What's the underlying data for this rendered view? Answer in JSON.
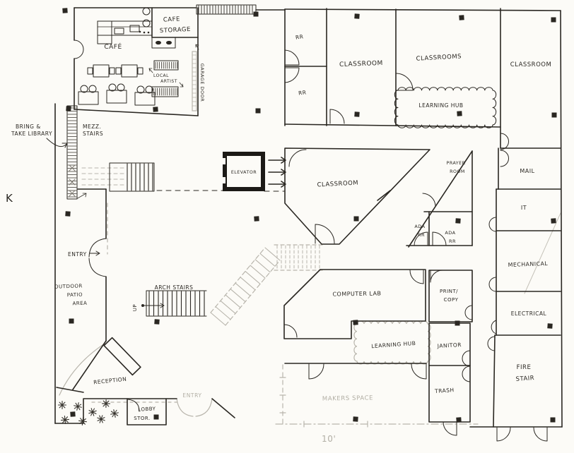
{
  "palette": {
    "paper": "#fcfbf7",
    "ink": "#2a2722",
    "pencil": "#b8b5ac"
  },
  "labels": {
    "cafe_storage_1": "CAFE",
    "cafe_storage_2": "STORAGE",
    "cafe": "CAFÉ",
    "local_artist_1": "LOCAL",
    "local_artist_2": "ARTIST",
    "garage_door": "GARAGE DOOR",
    "bring_take_1": "BRING &",
    "bring_take_2": "TAKE LIBRARY",
    "k_mark": "K",
    "mezz_1": "MEZZ.",
    "mezz_2": "STAIRS",
    "elevator": "ELEVATOR",
    "rr_top": "RR",
    "rr_bottom": "RR",
    "classroom_top": "CLASSROOM",
    "classrooms": "CLASSROOMS",
    "learning_hub_top": "LEARNING HUB",
    "classroom_right": "CLASSROOM",
    "classroom_center": "CLASSROOM",
    "mail": "MAIL",
    "it": "IT",
    "mechanical": "MECHANICAL",
    "electrical": "ELECTRICAL",
    "fire_stair_1": "FIRE",
    "fire_stair_2": "STAIR",
    "prayer_1": "PRAYER",
    "prayer_2": "ROOM",
    "ada_left_1": "ADA",
    "ada_left_2": "RR",
    "ada_right_1": "ADA",
    "ada_right_2": "RR",
    "computer_lab": "COMPUTER LAB",
    "print_1": "PRINT/",
    "print_2": "COPY",
    "learning_hub_bottom": "LEARNING HUB",
    "janitor": "JANITOR",
    "trash": "TRASH",
    "makers_space": "MAKERS SPACE",
    "entry_left": "ENTRY",
    "patio_1": "OUTDOOR",
    "patio_2": "PATIO",
    "patio_3": "AREA",
    "arch_stairs": "ARCH STAIRS",
    "up": "UP",
    "reception": "RECEPTION",
    "lobby_1": "LOBBY",
    "lobby_2": "STOR.",
    "entry_bottom": "ENTRY",
    "scale_note": "10'"
  }
}
